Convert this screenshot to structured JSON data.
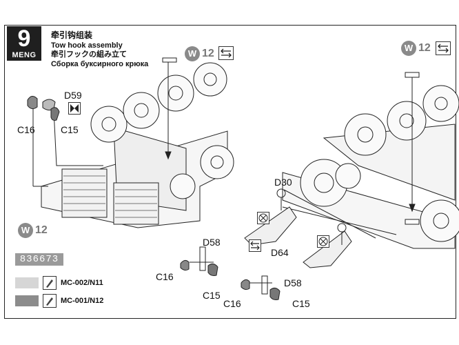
{
  "step": {
    "number": "9",
    "brand": "MENG"
  },
  "titles": {
    "zh": "牵引钩组装",
    "en": "Tow hook assembly",
    "ja": "牵引フックの組み立て",
    "ru": "Сборка буксирного крюка"
  },
  "badges": [
    {
      "letter": "W",
      "number": "12"
    },
    {
      "letter": "W",
      "number": "12"
    },
    {
      "letter": "W",
      "number": "12"
    }
  ],
  "part_code": "836673",
  "labels": {
    "d59": "D59",
    "c16_a": "C16",
    "c15_a": "C15",
    "d58_a": "D58",
    "c16_b": "C16",
    "c15_b": "C15",
    "d58_b": "D58",
    "c16_c": "C16",
    "c15_c": "C15",
    "d30": "D30",
    "d64": "D64"
  },
  "paints": [
    {
      "code": "MC-002/N11",
      "color": "#d6d6d6"
    },
    {
      "code": "MC-001/N12",
      "color": "#8c8c8c"
    }
  ],
  "icons": [
    "glue-icon",
    "symmetric-icon",
    "cement-icon",
    "no-glue-icon"
  ]
}
